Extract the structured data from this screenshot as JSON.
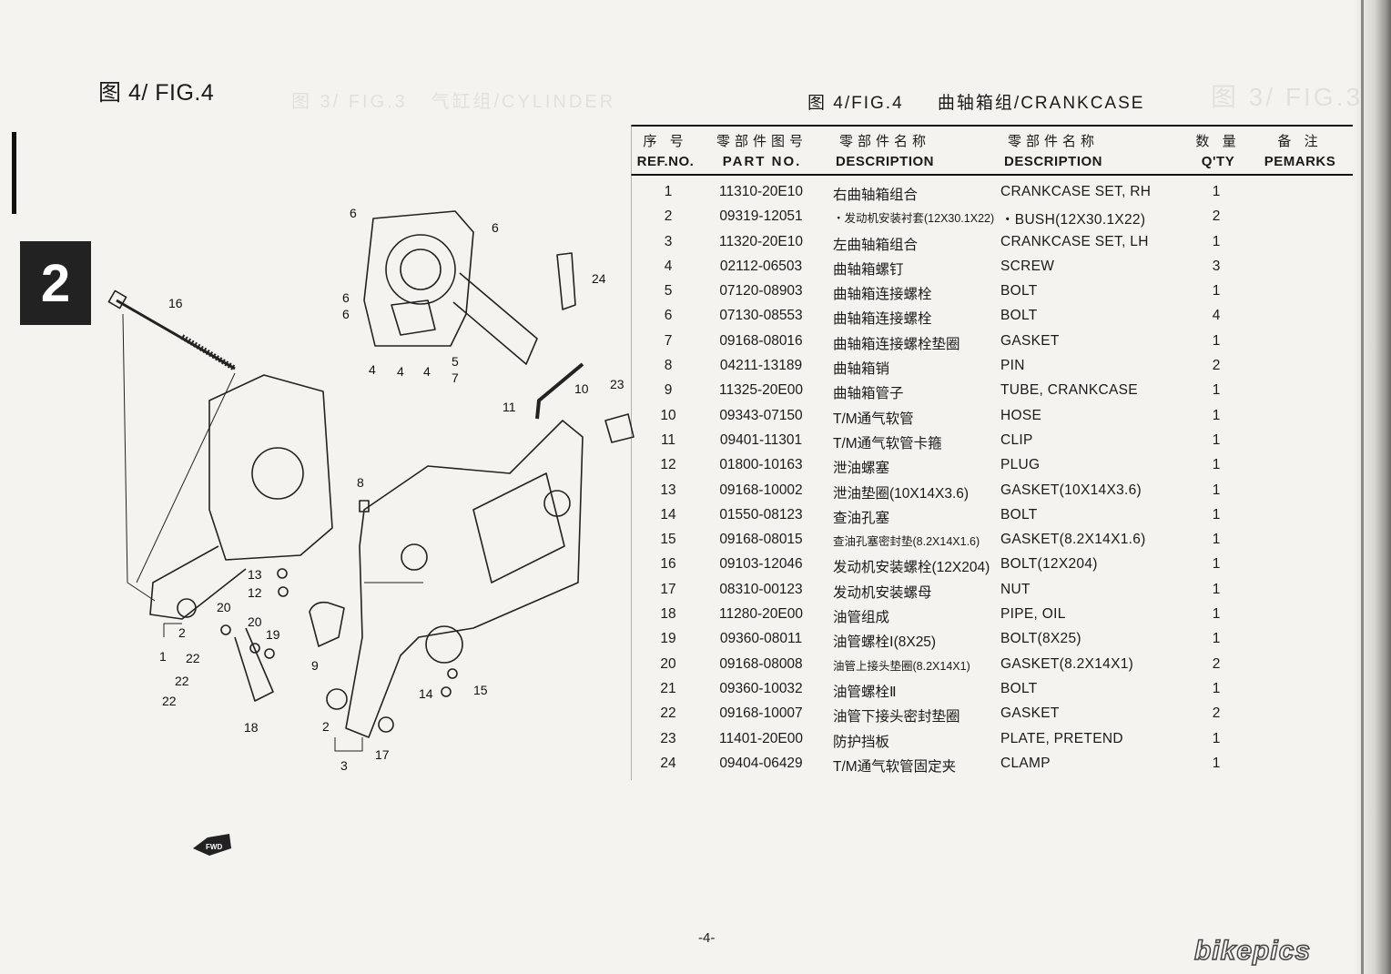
{
  "page": {
    "section_tab": "2",
    "figure_label_left": "图 4/ FIG.4",
    "figure_label_right": {
      "fig": "图 4/FIG.4",
      "title": "曲轴箱组/CRANKCASE"
    },
    "page_number": "-4-",
    "watermark": "bikepics"
  },
  "table": {
    "headers": [
      {
        "cn": "序 号",
        "en": "REF.NO."
      },
      {
        "cn": "零部件图号",
        "en": "PART NO."
      },
      {
        "cn": "零部件名称",
        "en": "DESCRIPTION"
      },
      {
        "cn": "零部件名称",
        "en": "DESCRIPTION"
      },
      {
        "cn": "数 量",
        "en": "Q'TY"
      },
      {
        "cn": "备 注",
        "en": "PEMARKS"
      }
    ],
    "rows": [
      {
        "ref": "1",
        "part": "11310-20E10",
        "cn": "右曲轴箱组合",
        "en": "CRANKCASE SET, RH",
        "qty": "1"
      },
      {
        "ref": "2",
        "part": "09319-12051",
        "cn": "・发动机安装衬套(12X30.1X22)",
        "en": "・BUSH(12X30.1X22)",
        "qty": "2"
      },
      {
        "ref": "3",
        "part": "11320-20E10",
        "cn": "左曲轴箱组合",
        "en": "CRANKCASE SET, LH",
        "qty": "1"
      },
      {
        "ref": "4",
        "part": "02112-06503",
        "cn": "曲轴箱螺钉",
        "en": "SCREW",
        "qty": "3"
      },
      {
        "ref": "5",
        "part": "07120-08903",
        "cn": "曲轴箱连接螺栓",
        "en": "BOLT",
        "qty": "1"
      },
      {
        "ref": "6",
        "part": "07130-08553",
        "cn": "曲轴箱连接螺栓",
        "en": "BOLT",
        "qty": "4"
      },
      {
        "ref": "7",
        "part": "09168-08016",
        "cn": "曲轴箱连接螺栓垫圈",
        "en": "GASKET",
        "qty": "1"
      },
      {
        "ref": "8",
        "part": "04211-13189",
        "cn": "曲轴箱销",
        "en": "PIN",
        "qty": "2"
      },
      {
        "ref": "9",
        "part": "11325-20E00",
        "cn": "曲轴箱管子",
        "en": "TUBE, CRANKCASE",
        "qty": "1"
      },
      {
        "ref": "10",
        "part": "09343-07150",
        "cn": "T/M通气软管",
        "en": "HOSE",
        "qty": "1"
      },
      {
        "ref": "11",
        "part": "09401-11301",
        "cn": "T/M通气软管卡箍",
        "en": "CLIP",
        "qty": "1"
      },
      {
        "ref": "12",
        "part": "01800-10163",
        "cn": "泄油螺塞",
        "en": "PLUG",
        "qty": "1"
      },
      {
        "ref": "13",
        "part": "09168-10002",
        "cn": "泄油垫圈(10X14X3.6)",
        "en": "GASKET(10X14X3.6)",
        "qty": "1"
      },
      {
        "ref": "14",
        "part": "01550-08123",
        "cn": "查油孔塞",
        "en": "BOLT",
        "qty": "1"
      },
      {
        "ref": "15",
        "part": "09168-08015",
        "cn": "查油孔塞密封垫(8.2X14X1.6)",
        "en": "GASKET(8.2X14X1.6)",
        "qty": "1"
      },
      {
        "ref": "16",
        "part": "09103-12046",
        "cn": "发动机安装螺栓(12X204)",
        "en": "BOLT(12X204)",
        "qty": "1"
      },
      {
        "ref": "17",
        "part": "08310-00123",
        "cn": "发动机安装螺母",
        "en": "NUT",
        "qty": "1"
      },
      {
        "ref": "18",
        "part": "11280-20E00",
        "cn": "油管组成",
        "en": "PIPE, OIL",
        "qty": "1"
      },
      {
        "ref": "19",
        "part": "09360-08011",
        "cn": "油管螺栓Ⅰ(8X25)",
        "en": "BOLT(8X25)",
        "qty": "1"
      },
      {
        "ref": "20",
        "part": "09168-08008",
        "cn": "油管上接头垫圈(8.2X14X1)",
        "en": "GASKET(8.2X14X1)",
        "qty": "2"
      },
      {
        "ref": "21",
        "part": "09360-10032",
        "cn": "油管螺栓Ⅱ",
        "en": "BOLT",
        "qty": "1"
      },
      {
        "ref": "22",
        "part": "09168-10007",
        "cn": "油管下接头密封垫圈",
        "en": "GASKET",
        "qty": "2"
      },
      {
        "ref": "23",
        "part": "11401-20E00",
        "cn": "防护挡板",
        "en": "PLATE, PRETEND",
        "qty": "1"
      },
      {
        "ref": "24",
        "part": "09404-06429",
        "cn": "T/M通气软管固定夹",
        "en": "CLAMP",
        "qty": "1"
      }
    ]
  },
  "diagram": {
    "callouts": [
      "6",
      "6",
      "6",
      "6",
      "24",
      "16",
      "4",
      "4",
      "4",
      "5",
      "7",
      "10",
      "23",
      "11",
      "8",
      "13",
      "12",
      "20",
      "20",
      "19",
      "2",
      "1",
      "22",
      "22",
      "22",
      "9",
      "18",
      "15",
      "14",
      "2",
      "17",
      "3"
    ],
    "fwd_label": "FWD"
  }
}
